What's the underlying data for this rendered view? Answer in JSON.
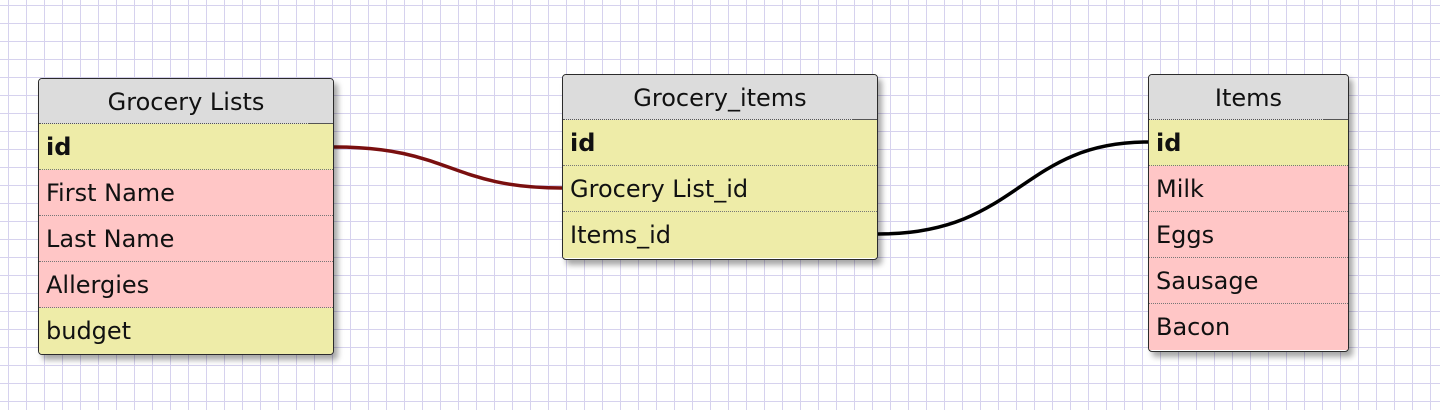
{
  "tables": {
    "grocery_lists": {
      "title": "Grocery Lists",
      "fields": [
        "id",
        "First Name",
        "Last Name",
        "Allergies",
        "budget"
      ]
    },
    "grocery_items": {
      "title": "Grocery_items",
      "fields": [
        "id",
        "Grocery List_id",
        "Items_id"
      ]
    },
    "items": {
      "title": "Items",
      "fields": [
        "id",
        "Milk",
        "Eggs",
        "Sausage",
        "Bacon"
      ]
    }
  },
  "relationships": [
    {
      "from": "Grocery Lists.id",
      "to": "Grocery_items.Grocery List_id",
      "color": "#7a0f0f"
    },
    {
      "from": "Grocery_items.Items_id",
      "to": "Items.id",
      "color": "#000000"
    }
  ],
  "colors": {
    "header": "#dcdcdc",
    "key_row": "#eeeca8",
    "field_row": "#ffc6c6",
    "grid": "#d6d2ee"
  }
}
